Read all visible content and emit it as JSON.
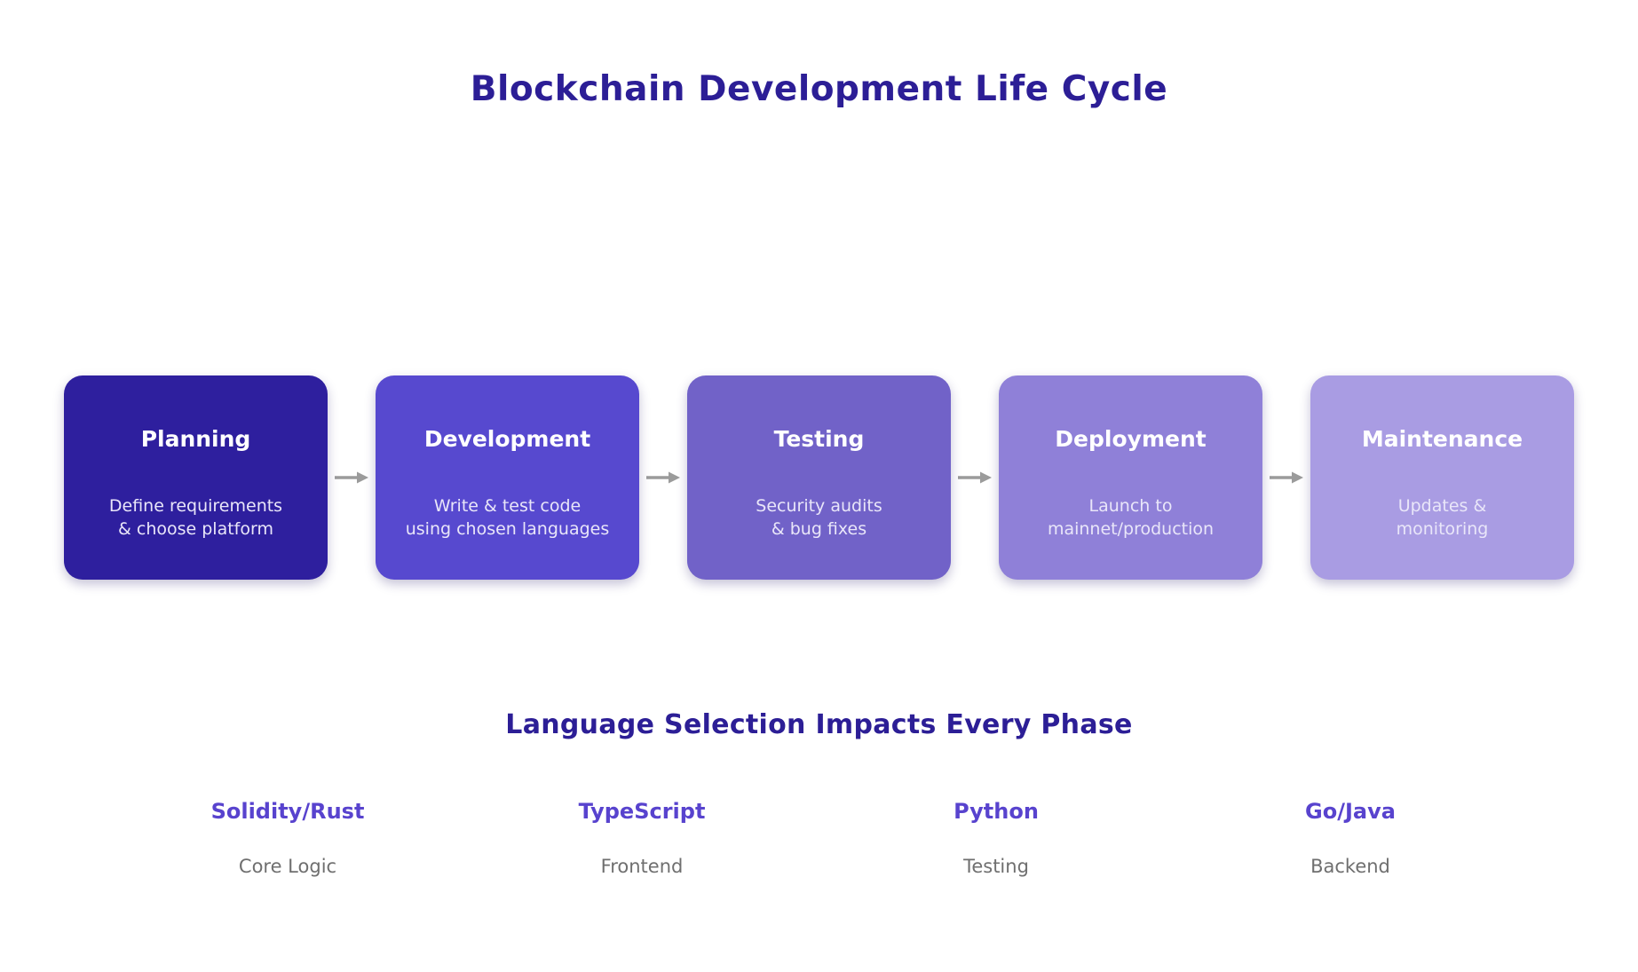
{
  "title": "Blockchain Development Life Cycle",
  "colors": {
    "title": "#2C1E96",
    "language": "#5843CE",
    "role-text": "#6F6F6F",
    "arrow": "#9B9B9B"
  },
  "phases": [
    {
      "name": "Planning",
      "description": "Define requirements\n& choose platform",
      "color": "#2E1F9E"
    },
    {
      "name": "Development",
      "description": "Write & test code\nusing chosen languages",
      "color": "#5749CF"
    },
    {
      "name": "Testing",
      "description": "Security audits\n& bug fixes",
      "color": "#7162C8"
    },
    {
      "name": "Deployment",
      "description": "Launch to\nmainnet/production",
      "color": "#8F80D8"
    },
    {
      "name": "Maintenance",
      "description": "Updates &\nmonitoring",
      "color": "#A99CE3"
    }
  ],
  "languages_section": {
    "heading": "Language Selection Impacts Every Phase",
    "items": [
      {
        "language": "Solidity/Rust",
        "role": "Core Logic"
      },
      {
        "language": "TypeScript",
        "role": "Frontend"
      },
      {
        "language": "Python",
        "role": "Testing"
      },
      {
        "language": "Go/Java",
        "role": "Backend"
      }
    ]
  }
}
